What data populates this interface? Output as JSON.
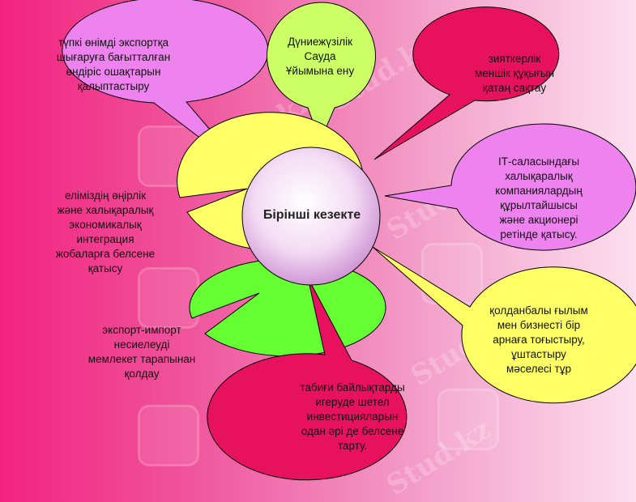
{
  "center": {
    "label": "Бірінші кезекте"
  },
  "bubbles": [
    {
      "id": "b1",
      "text": "түпкі өнімді экспортқа\nшығаруға бағытталған\nөндіріс ошақтарын\nқалыптастыру",
      "color": "#ee82ee"
    },
    {
      "id": "b2",
      "text": "Дүниежүзілік\nСауда\nҰйымына ену",
      "color": "#ccff66"
    },
    {
      "id": "b3",
      "text": "зияткерлік\nменшік құқығын\nқатаң сақтау",
      "color": "#e8115e"
    },
    {
      "id": "b4",
      "text": "ІТ-саласындағы\nхалықаралық\nкомпаниялардың\nқұрылтайшысы\nжәне акционері\nретінде қатысу.",
      "color": "#ee82ee"
    },
    {
      "id": "b5",
      "text": "еліміздің өңірлік\nжәне халықаралық\nэкономикалық\nинтеграция\nжобаларға белсене\nқатысу",
      "color": "#ffff66"
    },
    {
      "id": "b6",
      "text": "экспорт-импорт\nнесиелеуді\nмемлекет тарапынан\nқолдау",
      "color": "#66ff33"
    },
    {
      "id": "b7",
      "text": "табиғи байлықтарды\nигеруде шетел\nинвестицияларын\nодан әрі де белсене\nтарту.",
      "color": "#e8115e"
    },
    {
      "id": "b8",
      "text": "қолданбалы ғылым\nмен бизнесті бір\nарнаға тоғыстыру,\nұштастыру\nмәселесі тұр",
      "color": "#ffff66"
    }
  ],
  "watermark": {
    "text": "Stud.kz"
  }
}
